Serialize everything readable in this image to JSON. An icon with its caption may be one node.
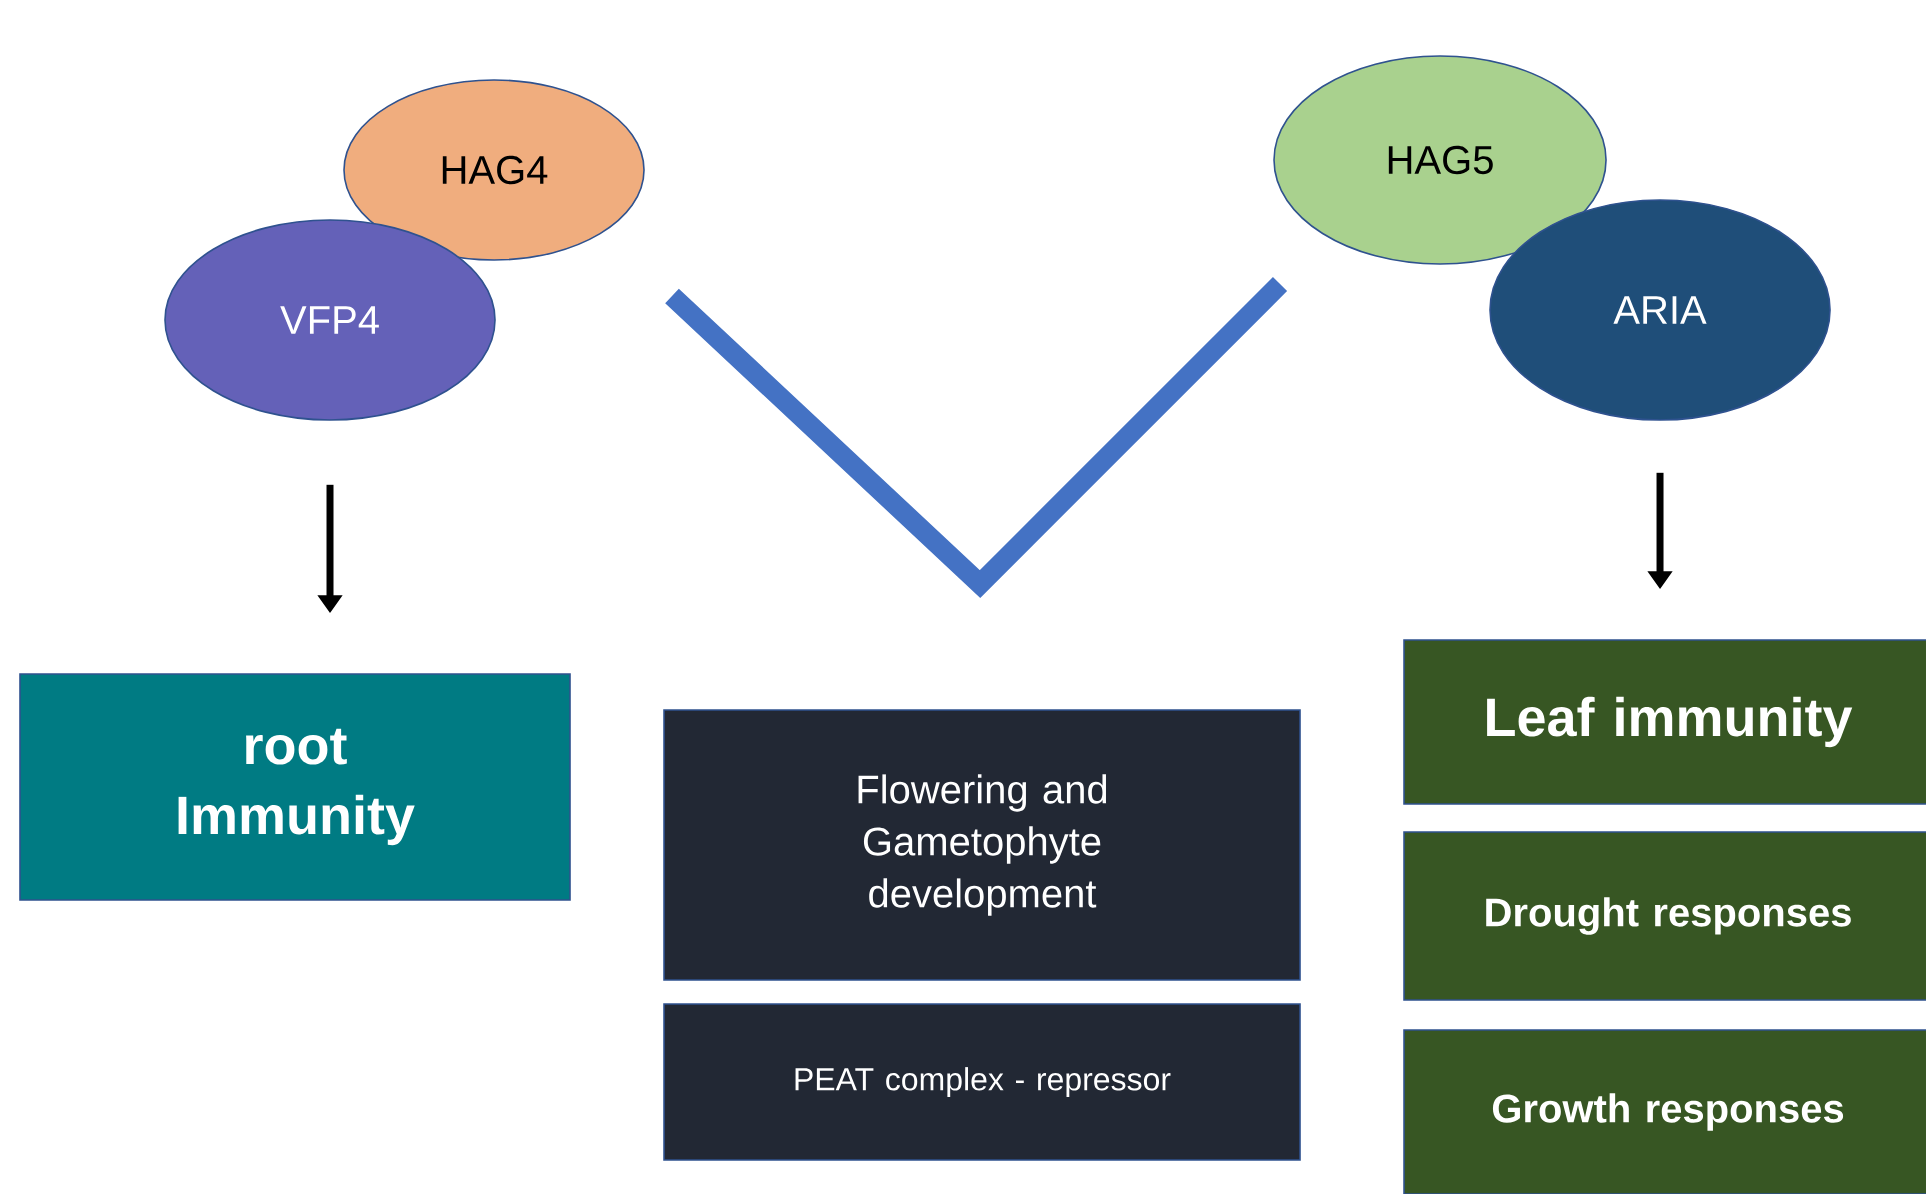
{
  "diagram": {
    "nodes": [
      {
        "text": [
          "HAG4"
        ]
      },
      {
        "text": [
          "VFP4"
        ]
      },
      {
        "text": [
          "HAG5"
        ]
      },
      {
        "text": [
          "ARIA"
        ]
      },
      {
        "text": [
          "root Immunity"
        ]
      },
      {
        "text": [
          "Flowering and Gametophyte development"
        ]
      },
      {
        "text": [
          "PEAT complex - repressor"
        ]
      },
      {
        "text": [
          "Leaf immunity"
        ]
      },
      {
        "text": [
          "Drought responses"
        ]
      },
      {
        "text": [
          "Growth responses"
        ]
      }
    ],
    "edges": [
      {
        "from": 1,
        "to": 4,
        "arrow": "to"
      },
      {
        "from": 3,
        "to": 7,
        "arrow": "to"
      }
    ]
  }
}
